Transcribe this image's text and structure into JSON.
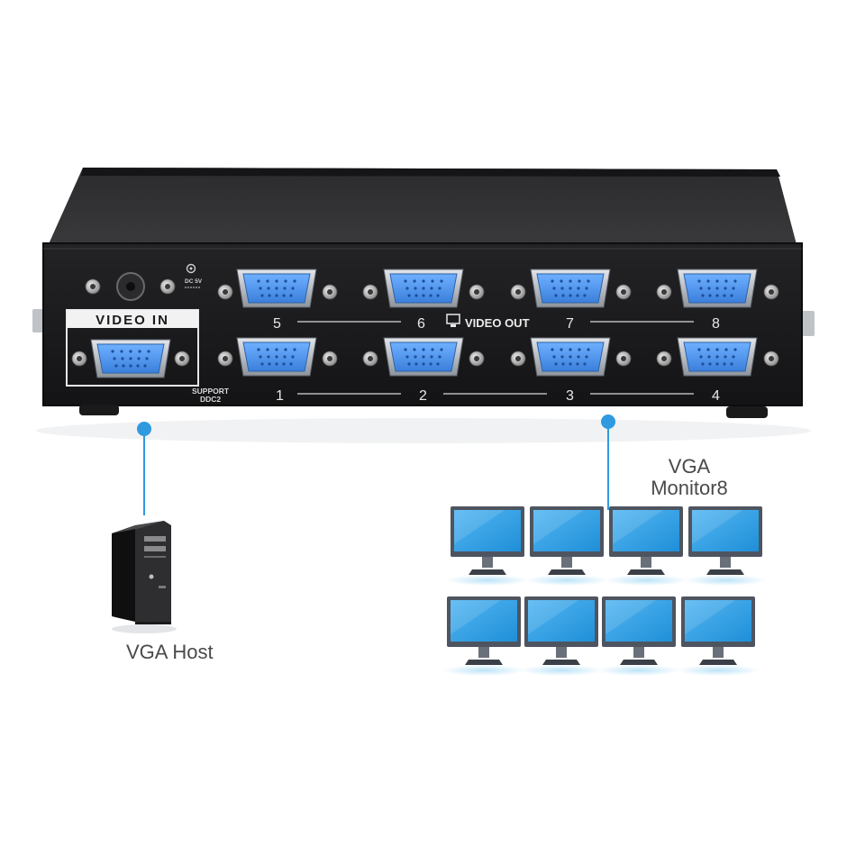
{
  "device": {
    "input_section_label": "VIDEO IN",
    "output_section_label": "VIDEO OUT",
    "power_label": "DC 5V",
    "support_label_line1": "SUPPORT",
    "support_label_line2": "DDC2",
    "top_row_port_numbers": [
      "5",
      "6",
      "7",
      "8"
    ],
    "bottom_row_port_numbers": [
      "1",
      "2",
      "3",
      "4"
    ]
  },
  "host": {
    "caption": "VGA Host"
  },
  "monitors": {
    "caption_line1": "VGA",
    "caption_line2": "Monitor8",
    "count": 8
  },
  "colors": {
    "accent_blue": "#2f9ae0",
    "port_blue": "#4a8fe6",
    "chassis": "#1c1c1e"
  },
  "icons": {
    "host": "pc-tower-icon",
    "monitor": "monitor-icon",
    "video_out": "monitor-icon"
  }
}
